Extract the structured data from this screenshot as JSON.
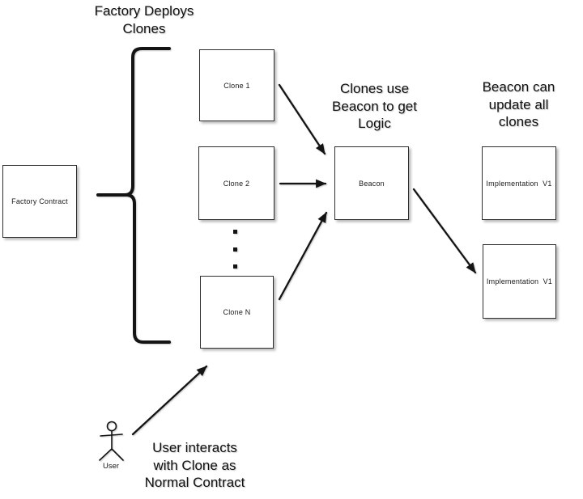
{
  "diagram": {
    "titles": {
      "factory_deploys": "Factory Deploys\nClones",
      "clones_use_beacon": "Clones use\nBeacon to get\nLogic",
      "beacon_update": "Beacon can\nupdate all\nclones",
      "user_interacts": "User interacts\nwith Clone as\nNormal Contract"
    },
    "nodes": {
      "factory": {
        "label": "Factory Contract"
      },
      "clone1": {
        "label": "Clone 1"
      },
      "clone2": {
        "label": "Clone 2"
      },
      "clone_n": {
        "label": "Clone N"
      },
      "beacon": {
        "label": "Beacon"
      },
      "impl_top": {
        "label": "Implementation  V1"
      },
      "impl_bottom": {
        "label": "Implementation  V1"
      }
    },
    "actor": {
      "label": "User"
    },
    "edges": [
      {
        "from": "Factory Contract",
        "to": "Clone 1 / Clone 2 / Clone N",
        "connector": "brace"
      },
      {
        "from": "Clone 1",
        "to": "Beacon",
        "connector": "arrow"
      },
      {
        "from": "Clone 2",
        "to": "Beacon",
        "connector": "arrow"
      },
      {
        "from": "Clone N",
        "to": "Beacon",
        "connector": "arrow"
      },
      {
        "from": "Beacon",
        "to": "Implementation  V1 (bottom)",
        "connector": "arrow"
      },
      {
        "from": "User",
        "to": "Clone N",
        "connector": "arrow"
      }
    ],
    "colors": {
      "background": "#ffffff",
      "ink": "#141414",
      "box_border": "#2f2f2f",
      "box_fill": "#ffffff"
    }
  }
}
